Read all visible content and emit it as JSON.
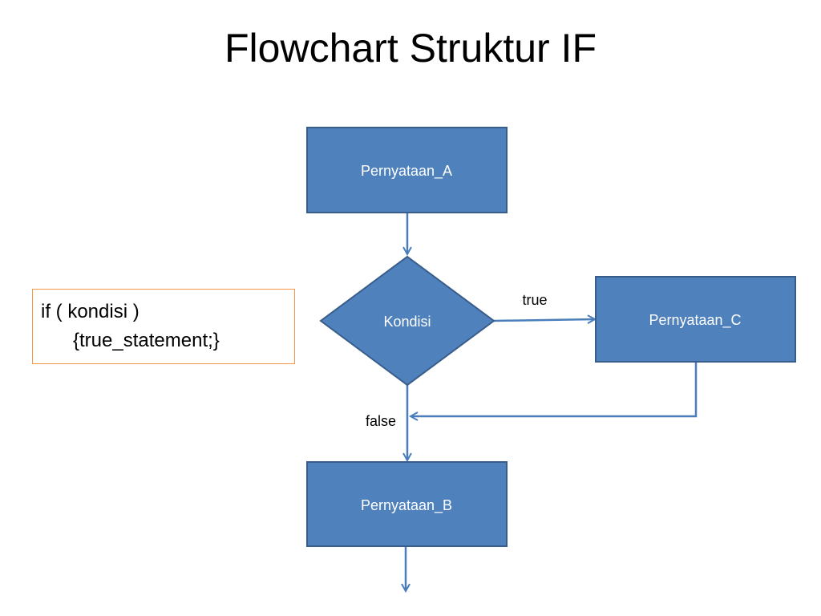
{
  "title": "Flowchart Struktur IF",
  "code": {
    "line1": "if ( kondisi )",
    "line2": "{true_statement;}"
  },
  "nodes": {
    "pernyataan_a": "Pernyataan_A",
    "kondisi": "Kondisi",
    "pernyataan_c": "Pernyataan_C",
    "pernyataan_b": "Pernyataan_B"
  },
  "edges": {
    "true_label": "true",
    "false_label": "false"
  },
  "colors": {
    "node_fill": "#4f81bd",
    "node_stroke": "#385d8a",
    "connector": "#4a7ebb",
    "code_border": "#f79646"
  }
}
